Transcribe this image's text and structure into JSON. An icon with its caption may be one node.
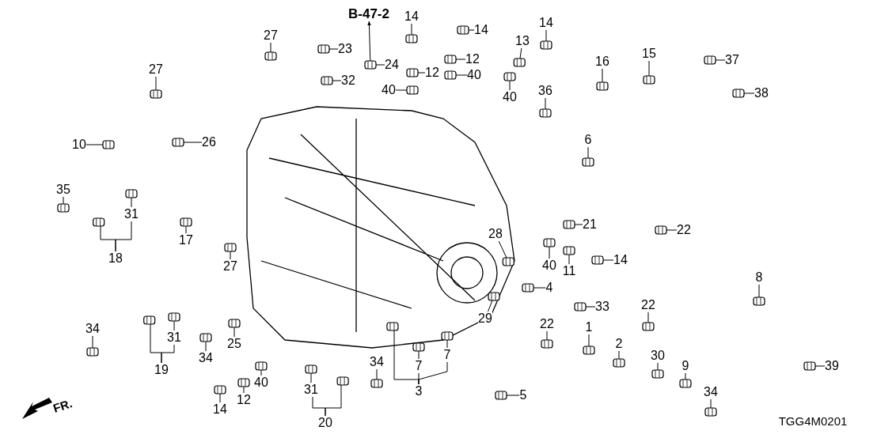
{
  "diagram": {
    "nodes": [
      {
        "text": [
          "B-47-2"
        ]
      },
      {
        "text": [
          "14"
        ]
      },
      {
        "text": [
          "14"
        ]
      },
      {
        "text": [
          "14"
        ]
      },
      {
        "text": [
          "27"
        ]
      },
      {
        "text": [
          "13"
        ]
      },
      {
        "text": [
          "23"
        ]
      },
      {
        "text": [
          "15"
        ]
      },
      {
        "text": [
          "12"
        ]
      },
      {
        "text": [
          "37"
        ]
      },
      {
        "text": [
          "16"
        ]
      },
      {
        "text": [
          "24"
        ]
      },
      {
        "text": [
          "27"
        ]
      },
      {
        "text": [
          "12"
        ]
      },
      {
        "text": [
          "40"
        ]
      },
      {
        "text": [
          "32"
        ]
      },
      {
        "text": [
          "40"
        ]
      },
      {
        "text": [
          "36"
        ]
      },
      {
        "text": [
          "38"
        ]
      },
      {
        "text": [
          "40"
        ]
      },
      {
        "text": [
          "6"
        ]
      },
      {
        "text": [
          "26"
        ]
      },
      {
        "text": [
          "10"
        ]
      },
      {
        "text": [
          "35"
        ]
      },
      {
        "text": [
          "31"
        ]
      },
      {
        "text": [
          "17"
        ]
      },
      {
        "text": [
          "21"
        ]
      },
      {
        "text": [
          "22"
        ]
      },
      {
        "text": [
          "28"
        ]
      },
      {
        "text": [
          "18"
        ]
      },
      {
        "text": [
          "14"
        ]
      },
      {
        "text": [
          "27"
        ]
      },
      {
        "text": [
          "40"
        ]
      },
      {
        "text": [
          "11"
        ]
      },
      {
        "text": [
          "8"
        ]
      },
      {
        "text": [
          "4"
        ]
      },
      {
        "text": [
          "33"
        ]
      },
      {
        "text": [
          "22"
        ]
      },
      {
        "text": [
          "29"
        ]
      },
      {
        "text": [
          "22"
        ]
      },
      {
        "text": [
          "1"
        ]
      },
      {
        "text": [
          "34"
        ]
      },
      {
        "text": [
          "31"
        ]
      },
      {
        "text": [
          "2"
        ]
      },
      {
        "text": [
          "25"
        ]
      },
      {
        "text": [
          "7"
        ]
      },
      {
        "text": [
          "30"
        ]
      },
      {
        "text": [
          "34"
        ]
      },
      {
        "text": [
          "34"
        ]
      },
      {
        "text": [
          "7"
        ]
      },
      {
        "text": [
          "9"
        ]
      },
      {
        "text": [
          "39"
        ]
      },
      {
        "text": [
          "19"
        ]
      },
      {
        "text": [
          "40"
        ]
      },
      {
        "text": [
          "31"
        ]
      },
      {
        "text": [
          "3"
        ]
      },
      {
        "text": [
          "34"
        ]
      },
      {
        "text": [
          "5"
        ]
      },
      {
        "text": [
          "12"
        ]
      },
      {
        "text": [
          "14"
        ]
      },
      {
        "text": [
          "20"
        ]
      },
      {
        "text": [],
        "shape": "picture"
      },
      {
        "text": [],
        "shape": "picture"
      },
      {
        "text": [],
        "shape": "picture"
      },
      {
        "text": [],
        "shape": "picture"
      },
      {
        "text": [],
        "shape": "picture"
      },
      {
        "text": [],
        "shape": "picture"
      },
      {
        "text": [],
        "shape": "picture"
      },
      {
        "text": [],
        "shape": "picture"
      },
      {
        "text": [],
        "shape": "picture"
      },
      {
        "text": [],
        "shape": "picture"
      },
      {
        "text": [],
        "shape": "picture"
      },
      {
        "text": [],
        "shape": "picture"
      },
      {
        "text": [],
        "shape": "picture"
      },
      {
        "text": [],
        "shape": "picture"
      },
      {
        "text": [],
        "shape": "picture"
      },
      {
        "text": [],
        "shape": "picture"
      },
      {
        "text": [],
        "shape": "picture"
      },
      {
        "text": [],
        "shape": "picture"
      },
      {
        "text": [],
        "shape": "picture"
      },
      {
        "text": [],
        "shape": "picture"
      },
      {
        "text": [],
        "shape": "picture"
      },
      {
        "text": [],
        "shape": "picture"
      },
      {
        "text": [],
        "shape": "picture"
      },
      {
        "text": [],
        "shape": "picture"
      },
      {
        "text": [],
        "shape": "picture"
      },
      {
        "text": [],
        "shape": "picture"
      },
      {
        "text": [],
        "shape": "picture"
      },
      {
        "text": [],
        "shape": "picture"
      },
      {
        "text": [],
        "shape": "picture"
      },
      {
        "text": [],
        "shape": "picture"
      },
      {
        "text": [],
        "shape": "picture"
      },
      {
        "text": [],
        "shape": "picture"
      },
      {
        "text": [],
        "shape": "picture"
      },
      {
        "text": [],
        "shape": "picture"
      },
      {
        "text": [],
        "shape": "picture"
      },
      {
        "text": [],
        "shape": "picture"
      },
      {
        "text": [],
        "shape": "picture"
      },
      {
        "text": [],
        "shape": "picture"
      },
      {
        "text": [],
        "shape": "picture"
      },
      {
        "text": [],
        "shape": "picture"
      },
      {
        "text": [],
        "shape": "picture"
      },
      {
        "text": [],
        "shape": "picture"
      },
      {
        "text": [],
        "shape": "picture"
      },
      {
        "text": [],
        "shape": "picture"
      },
      {
        "text": [],
        "shape": "picture"
      },
      {
        "text": [],
        "shape": "picture"
      },
      {
        "text": [],
        "shape": "picture"
      },
      {
        "text": [],
        "shape": "picture"
      },
      {
        "text": [],
        "shape": "picture"
      },
      {
        "text": [],
        "shape": "picture"
      },
      {
        "text": [],
        "shape": "picture"
      },
      {
        "text": [],
        "shape": "picture"
      },
      {
        "text": [],
        "shape": "picture"
      },
      {
        "text": [],
        "shape": "picture"
      },
      {
        "text": [],
        "shape": "picture"
      },
      {
        "text": [],
        "shape": "picture"
      },
      {
        "text": [],
        "shape": "picture"
      },
      {
        "text": [],
        "shape": "picture"
      },
      {
        "text": [],
        "shape": "picture"
      },
      {
        "text": [],
        "shape": "picture"
      }
    ],
    "edges": [
      {
        "from": 71,
        "to": 0,
        "arrow": "to"
      },
      {
        "from": 1,
        "to": 61,
        "arrow": "none"
      },
      {
        "from": 2,
        "to": 62,
        "arrow": "none"
      },
      {
        "from": 3,
        "to": 63,
        "arrow": "none"
      },
      {
        "from": 4,
        "to": 64,
        "arrow": "none"
      },
      {
        "from": 5,
        "to": 65,
        "arrow": "none"
      },
      {
        "from": 6,
        "to": 66,
        "arrow": "none"
      },
      {
        "from": 7,
        "to": 67,
        "arrow": "none"
      },
      {
        "from": 8,
        "to": 68,
        "arrow": "none"
      },
      {
        "from": 9,
        "to": 69,
        "arrow": "none"
      },
      {
        "from": 10,
        "to": 70,
        "arrow": "none"
      },
      {
        "from": 11,
        "to": 71,
        "arrow": "none"
      },
      {
        "from": 12,
        "to": 72,
        "arrow": "none"
      },
      {
        "from": 13,
        "to": 73,
        "arrow": "none"
      },
      {
        "from": 14,
        "to": 74,
        "arrow": "none"
      },
      {
        "from": 15,
        "to": 75,
        "arrow": "none"
      },
      {
        "from": 16,
        "to": 76,
        "arrow": "none"
      },
      {
        "from": 17,
        "to": 77,
        "arrow": "none"
      },
      {
        "from": 18,
        "to": 78,
        "arrow": "none"
      },
      {
        "from": 19,
        "to": 79,
        "arrow": "none"
      },
      {
        "from": 20,
        "to": 80,
        "arrow": "none"
      },
      {
        "from": 21,
        "to": 81,
        "arrow": "none"
      },
      {
        "from": 22,
        "to": 82,
        "arrow": "none"
      },
      {
        "from": 23,
        "to": 83,
        "arrow": "none"
      },
      {
        "from": 24,
        "to": 84,
        "arrow": "none"
      },
      {
        "from": 25,
        "to": 85,
        "arrow": "none"
      },
      {
        "from": 26,
        "to": 86,
        "arrow": "none"
      },
      {
        "from": 27,
        "to": 87,
        "arrow": "none"
      },
      {
        "from": 28,
        "to": 88,
        "arrow": "none"
      },
      {
        "from": 29,
        "to": 89,
        "arrow": "none"
      },
      {
        "from": 30,
        "to": 90,
        "arrow": "none"
      },
      {
        "from": 31,
        "to": 91,
        "arrow": "none"
      },
      {
        "from": 32,
        "to": 92,
        "arrow": "none"
      },
      {
        "from": 33,
        "to": 93,
        "arrow": "none"
      },
      {
        "from": 34,
        "to": 94,
        "arrow": "none"
      },
      {
        "from": 35,
        "to": 95,
        "arrow": "none"
      },
      {
        "from": 36,
        "to": 96,
        "arrow": "none"
      },
      {
        "from": 37,
        "to": 97,
        "arrow": "none"
      },
      {
        "from": 38,
        "to": 98,
        "arrow": "none"
      },
      {
        "from": 39,
        "to": 99,
        "arrow": "none"
      },
      {
        "from": 40,
        "to": 100,
        "arrow": "none"
      },
      {
        "from": 41,
        "to": 101,
        "arrow": "none"
      },
      {
        "from": 42,
        "to": 102,
        "arrow": "none"
      },
      {
        "from": 43,
        "to": 103,
        "arrow": "none"
      },
      {
        "from": 44,
        "to": 104,
        "arrow": "none"
      },
      {
        "from": 45,
        "to": 105,
        "arrow": "none"
      },
      {
        "from": 46,
        "to": 106,
        "arrow": "none"
      },
      {
        "from": 47,
        "to": 107,
        "arrow": "none"
      },
      {
        "from": 48,
        "to": 108,
        "arrow": "none"
      },
      {
        "from": 49,
        "to": 109,
        "arrow": "none"
      },
      {
        "from": 50,
        "to": 110,
        "arrow": "none"
      },
      {
        "from": 51,
        "to": 111,
        "arrow": "none"
      },
      {
        "from": 52,
        "to": 112,
        "arrow": "none"
      },
      {
        "from": 53,
        "to": 113,
        "arrow": "none"
      },
      {
        "from": 54,
        "to": 114,
        "arrow": "none"
      },
      {
        "from": 55,
        "to": 115,
        "arrow": "none"
      },
      {
        "from": 56,
        "to": 116,
        "arrow": "none"
      },
      {
        "from": 57,
        "to": 117,
        "arrow": "none"
      },
      {
        "from": 58,
        "to": 118,
        "arrow": "none"
      },
      {
        "from": 59,
        "to": 119,
        "arrow": "none"
      },
      {
        "from": 60,
        "to": 120,
        "arrow": "none"
      },
      {
        "from": 29,
        "to": 24,
        "arrow": "none"
      },
      {
        "from": 52,
        "to": 42,
        "arrow": "none"
      },
      {
        "from": 60,
        "to": 54,
        "arrow": "none"
      },
      {
        "from": 55,
        "to": 49,
        "arrow": "none"
      },
      {
        "from": 55,
        "to": 45,
        "arrow": "none"
      }
    ],
    "labels": [
      "FR.",
      "TGG4M0201"
    ]
  }
}
